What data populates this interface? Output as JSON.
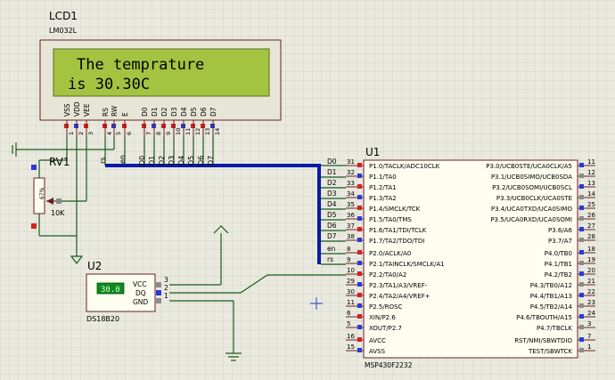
{
  "lcd": {
    "ref": "LCD1",
    "model": "LM032L",
    "line1": "The temprature",
    "line2": "is 30.30C",
    "pins": [
      {
        "name": "VSS",
        "num": "1"
      },
      {
        "name": "VDD",
        "num": "2"
      },
      {
        "name": "VEE",
        "num": "3"
      },
      {
        "name": "RS",
        "num": "4"
      },
      {
        "name": "RW",
        "num": "5"
      },
      {
        "name": "E",
        "num": "6"
      },
      {
        "name": "D0",
        "num": "7"
      },
      {
        "name": "D1",
        "num": "8"
      },
      {
        "name": "D2",
        "num": "9"
      },
      {
        "name": "D3",
        "num": "10"
      },
      {
        "name": "D4",
        "num": "11"
      },
      {
        "name": "D5",
        "num": "12"
      },
      {
        "name": "D6",
        "num": "13"
      },
      {
        "name": "D7",
        "num": "14"
      }
    ],
    "net_labels": [
      "rs",
      "en",
      "D0",
      "D1",
      "D2",
      "D3",
      "D4",
      "D5",
      "D6",
      "D7"
    ]
  },
  "pot": {
    "ref": "RV1",
    "value": "10K",
    "body_text": "67%"
  },
  "sensor": {
    "ref": "U2",
    "model": "DS18B20",
    "display": "30.0",
    "pins": [
      {
        "name": "VCC",
        "num": "3"
      },
      {
        "name": "DQ",
        "num": "2"
      },
      {
        "name": "GND",
        "num": "1"
      }
    ]
  },
  "mcu": {
    "ref": "U1",
    "model": "MSP430F2232",
    "left_pins": [
      {
        "net": "D0",
        "num": "31",
        "name": "P1.0/TACLK/ADC10CLK"
      },
      {
        "net": "D1",
        "num": "32",
        "name": "P1.1/TA0"
      },
      {
        "net": "D2",
        "num": "33",
        "name": "P1.2/TA1"
      },
      {
        "net": "D3",
        "num": "34",
        "name": "P1.3/TA2"
      },
      {
        "net": "D4",
        "num": "35",
        "name": "P1.4/SMCLK/TCK"
      },
      {
        "net": "D5",
        "num": "36",
        "name": "P1.5/TA0/TMS"
      },
      {
        "net": "D6",
        "num": "37",
        "name": "P1.6/TA1/TDI/TCLK"
      },
      {
        "net": "D7",
        "num": "38",
        "name": "P1.7/TA2/TDO/TDI"
      },
      {
        "net": "en",
        "num": "8",
        "name": "P2.0/ACLK/A0"
      },
      {
        "net": "rs",
        "num": "9",
        "name": "P2.1/TAINCLK/SMCLK/A1"
      },
      {
        "net": "",
        "num": "10",
        "name": "P2.2/TA0/A2"
      },
      {
        "net": "",
        "num": "29",
        "name": "P2.3/TA1/A3/VREF-"
      },
      {
        "net": "",
        "num": "30",
        "name": "P2.4/TA2/A4/VREF+"
      },
      {
        "net": "",
        "num": "11",
        "name": "P2.5/ROSC"
      },
      {
        "net": "",
        "num": "6",
        "name": "XIN/P2.6"
      },
      {
        "net": "",
        "num": "5",
        "name": "XOUT/P2.7"
      },
      {
        "net": "",
        "num": "16",
        "name": "AVCC"
      },
      {
        "net": "",
        "num": "15",
        "name": "AVSS"
      }
    ],
    "right_pins": [
      {
        "num": "11",
        "name": "P3.0/UCB0STE/UCA0CLK/A5"
      },
      {
        "num": "12",
        "name": "P3.1/UCB0SIMO/UCB0SDA"
      },
      {
        "num": "13",
        "name": "P3.2/UCB0SOMI/UCB0SCL"
      },
      {
        "num": "14",
        "name": "P3.3/UCB0CLK/UCA0STE"
      },
      {
        "num": "25",
        "name": "P3.4/UCA0TXD/UCA0SIMO"
      },
      {
        "num": "26",
        "name": "P3.5/UCA0RXD/UCA0SOMI"
      },
      {
        "num": "27",
        "name": "P3.6/A6"
      },
      {
        "num": "28",
        "name": "P3.7/A7"
      },
      {
        "num": "18",
        "name": "P4.0/TB0"
      },
      {
        "num": "19",
        "name": "P4.1/TB1"
      },
      {
        "num": "20",
        "name": "P4.2/TB2"
      },
      {
        "num": "21",
        "name": "P4.3/TB0/A12"
      },
      {
        "num": "22",
        "name": "P4.4/TB1/A13"
      },
      {
        "num": "23",
        "name": "P4.5/TB2/A14"
      },
      {
        "num": "24",
        "name": "P4.6/TBOUTH/A15"
      },
      {
        "num": "3",
        "name": "P4.7/TBCLK"
      },
      {
        "num": "7",
        "name": "RST/NMI/SBWTDIO"
      },
      {
        "num": "1",
        "name": "TEST/SBWTCK"
      }
    ]
  },
  "colors": {
    "background": "#e9e9df",
    "grid": "#d2d2c6",
    "wire": "#1a5c1a",
    "bus": "#0a1aa6",
    "component_fill": "#fdfdf0",
    "component_stroke": "#6b2020",
    "lcd_screen": "#a4c441",
    "pin_red": "#d62020",
    "pin_blue": "#2a3ad8",
    "pin_gray": "#8a8a8a"
  }
}
